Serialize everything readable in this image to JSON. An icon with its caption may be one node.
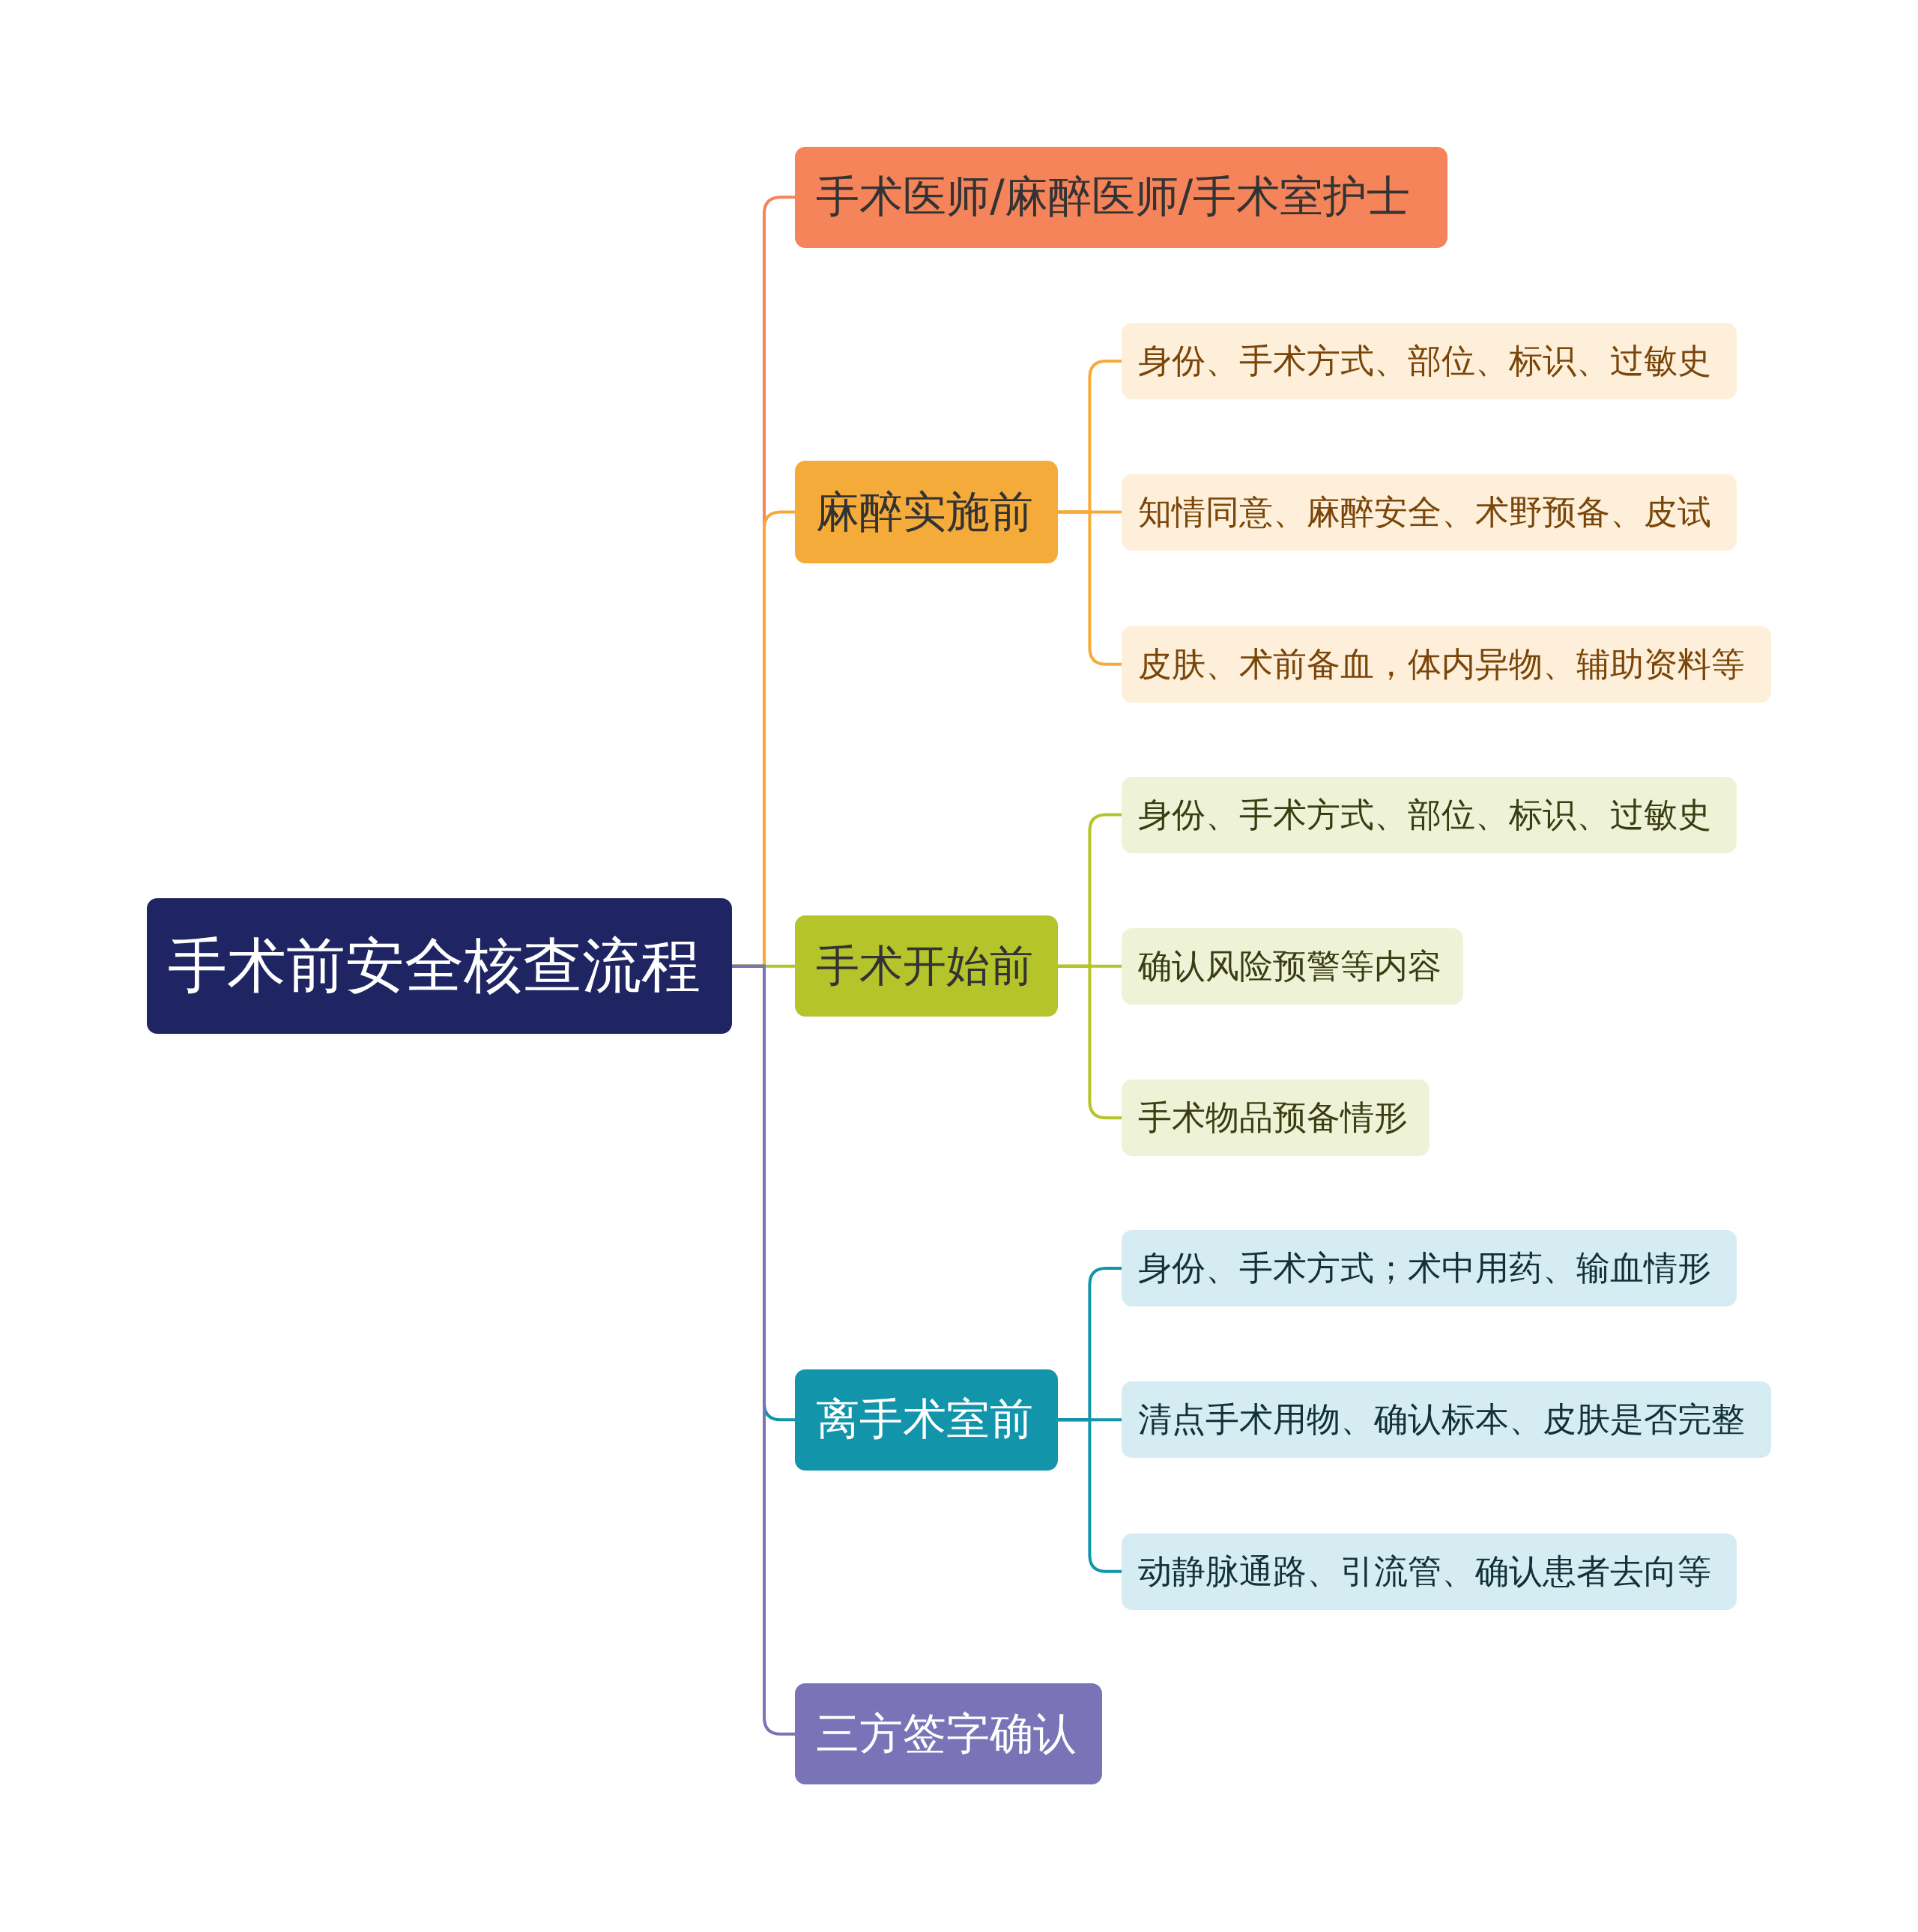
{
  "diagram": {
    "nodes": [
      {
        "text": [
          "手术前安全核查流程"
        ]
      },
      {
        "text": [
          "手术医师/麻醉医师/手术室护士"
        ]
      },
      {
        "text": [
          "麻醉实施前"
        ]
      },
      {
        "text": [
          "身份、手术方式、部位、标识、过敏史"
        ]
      },
      {
        "text": [
          "知情同意、麻醉安全、术野预备、皮试"
        ]
      },
      {
        "text": [
          "皮肤、术前备血，体内异物、辅助资料等"
        ]
      },
      {
        "text": [
          "手术开始前"
        ]
      },
      {
        "text": [
          "身份、手术方式、部位、标识、过敏史"
        ]
      },
      {
        "text": [
          "确认风险预警等内容"
        ]
      },
      {
        "text": [
          "手术物品预备情形"
        ]
      },
      {
        "text": [
          "离手术室前"
        ]
      },
      {
        "text": [
          "身份、手术方式；术中用药、输血情形"
        ]
      },
      {
        "text": [
          "清点手术用物、确认标本、皮肤是否完整"
        ]
      },
      {
        "text": [
          "动静脉通路、引流管、确认患者去向等"
        ]
      },
      {
        "text": [
          "三方签字确认"
        ]
      }
    ],
    "edges": [
      {
        "from": 0,
        "to": 1,
        "arrow": "none",
        "color": "#f5845a"
      },
      {
        "from": 0,
        "to": 2,
        "arrow": "none",
        "color": "#f5ab3a"
      },
      {
        "from": 0,
        "to": 6,
        "arrow": "none",
        "color": "#b5c42b"
      },
      {
        "from": 0,
        "to": 10,
        "arrow": "none",
        "color": "#1295ab"
      },
      {
        "from": 0,
        "to": 14,
        "arrow": "none",
        "color": "#7a73b8"
      },
      {
        "from": 2,
        "to": 3,
        "arrow": "none",
        "color": "#f5ab3a"
      },
      {
        "from": 2,
        "to": 4,
        "arrow": "none",
        "color": "#f5ab3a"
      },
      {
        "from": 2,
        "to": 5,
        "arrow": "none",
        "color": "#f5ab3a"
      },
      {
        "from": 6,
        "to": 7,
        "arrow": "none",
        "color": "#b5c42b"
      },
      {
        "from": 6,
        "to": 8,
        "arrow": "none",
        "color": "#b5c42b"
      },
      {
        "from": 6,
        "to": 9,
        "arrow": "none",
        "color": "#b5c42b"
      },
      {
        "from": 10,
        "to": 11,
        "arrow": "none",
        "color": "#1295ab"
      },
      {
        "from": 10,
        "to": 12,
        "arrow": "none",
        "color": "#1295ab"
      },
      {
        "from": 10,
        "to": 13,
        "arrow": "none",
        "color": "#1295ab"
      }
    ]
  }
}
